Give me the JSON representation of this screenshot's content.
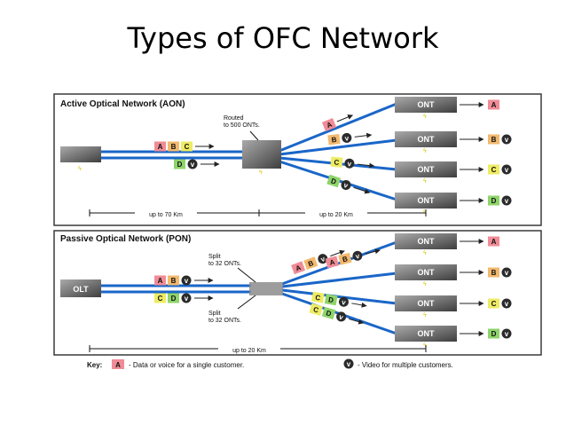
{
  "title": "Types of OFC Network",
  "colors": {
    "A": "#f08c96",
    "B": "#f2b96e",
    "C": "#eeec64",
    "D": "#8ed46a",
    "fiber": "#1a66c8",
    "device": "#6e6e6e",
    "border": "#3a3a3a"
  },
  "icons": {
    "device": "gray-gradient-box",
    "ont_indicator": "yellow-lightning",
    "video": "dark-circle-v"
  },
  "aon": {
    "title": "Active Optical Network (AON)",
    "router_note": "Routed\nto 500 ONTs.",
    "input_tags": [
      [
        "A",
        "B",
        "C"
      ],
      [
        "D",
        "v"
      ]
    ],
    "branch_tags": [
      [
        "A"
      ],
      [
        "B",
        "v"
      ],
      [
        "C",
        "v"
      ],
      [
        "D",
        "v"
      ]
    ],
    "onts": [
      {
        "label": "ONT",
        "out": [
          "A"
        ]
      },
      {
        "label": "ONT",
        "out": [
          "B",
          "v"
        ]
      },
      {
        "label": "ONT",
        "out": [
          "C",
          "v"
        ]
      },
      {
        "label": "ONT",
        "out": [
          "D",
          "v"
        ]
      }
    ],
    "distance_left": "up to 70 Km",
    "distance_right": "up to 20 Km"
  },
  "pon": {
    "title": "Passive Optical Network (PON)",
    "olt_label": "OLT",
    "split_note_top": "Split\nto 32 ONTs.",
    "split_note_bottom": "Split\nto 32 ONTs.",
    "input_tags": [
      [
        "A",
        "B",
        "v"
      ],
      [
        "C",
        "D",
        "v"
      ]
    ],
    "branch_tags": [
      [
        "A",
        "B",
        "v"
      ],
      [
        "A",
        "B",
        "v"
      ],
      [
        "C",
        "D",
        "v"
      ],
      [
        "C",
        "D",
        "v"
      ]
    ],
    "onts": [
      {
        "label": "ONT",
        "out": [
          "A"
        ]
      },
      {
        "label": "ONT",
        "out": [
          "B",
          "v"
        ]
      },
      {
        "label": "ONT",
        "out": [
          "C",
          "v"
        ]
      },
      {
        "label": "ONT",
        "out": [
          "D",
          "v"
        ]
      }
    ],
    "distance": "up to 20 Km"
  },
  "key": {
    "label": "Key:",
    "tag_a": "A",
    "a_text": "- Data or voice for a single customer.",
    "tag_v": "v",
    "v_text": "- Video for multiple customers."
  }
}
